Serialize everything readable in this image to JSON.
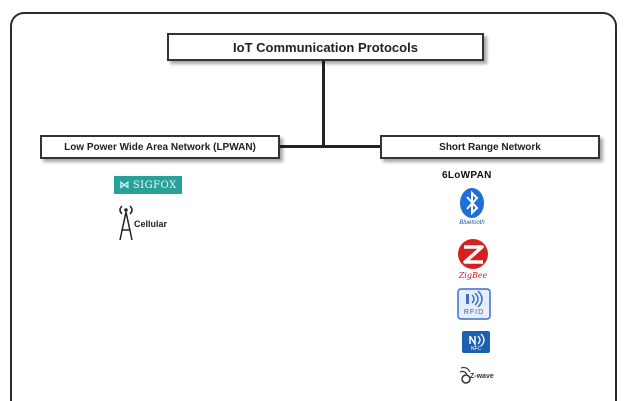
{
  "diagram": {
    "root": "IoT Communication Protocols",
    "branches": {
      "lpwan": "Low Power Wide Area Network (LPWAN)",
      "short_range": "Short Range Network"
    },
    "lpwan_protocols": {
      "sigfox": "SIGFOX",
      "cellular": "Cellular"
    },
    "short_range_protocols": {
      "sixlowpan": "6LoWPAN",
      "bluetooth": "Bluetooth",
      "zigbee": "ZigBee",
      "rfid": "RFID",
      "nfc": "NFC",
      "zwave": "Z-wave"
    }
  },
  "colors": {
    "border": "#333333",
    "sigfox": "#2aa198",
    "bluetooth": "#1f6fd6",
    "zigbee": "#d62020",
    "rfid": "#3a6fd0",
    "nfc": "#1d5fb0"
  },
  "icons": {
    "cellular": "cell-tower-icon",
    "bluetooth": "bluetooth-icon",
    "zigbee": "zigbee-icon",
    "rfid": "rfid-icon",
    "nfc": "nfc-icon",
    "zwave": "zwave-icon"
  }
}
